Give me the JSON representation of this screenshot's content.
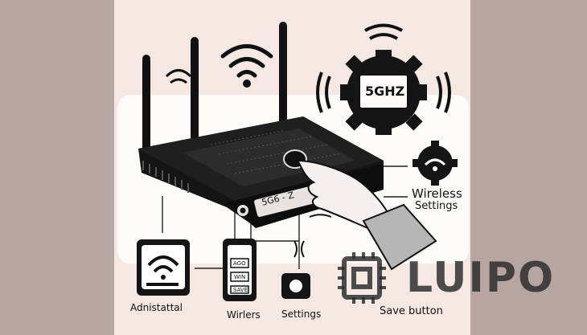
{
  "labels": {
    "freq_display": "5GHZ",
    "wireless_settings_line1": "Wireless",
    "wireless_settings_line2": "Settings",
    "router_display": "5G6 - Z",
    "device_admin_label": "Adnistattal",
    "device_wireless_label": "Wirlers",
    "device_settings_label": "Settings",
    "save_button_label": "Save button",
    "panel_button_1": "AGO",
    "panel_button_2": "WIN",
    "panel_button_3": "SAVE"
  },
  "watermark": {
    "text": "LUIPO"
  },
  "colors": {
    "background_side": "#b8a6a2",
    "canvas": "#f5e8e3",
    "panel": "#fffbf9",
    "ink": "#111111"
  },
  "icons": [
    "wifi-icon",
    "gear-icon",
    "hand-icon",
    "router-icon",
    "chip-icon"
  ]
}
